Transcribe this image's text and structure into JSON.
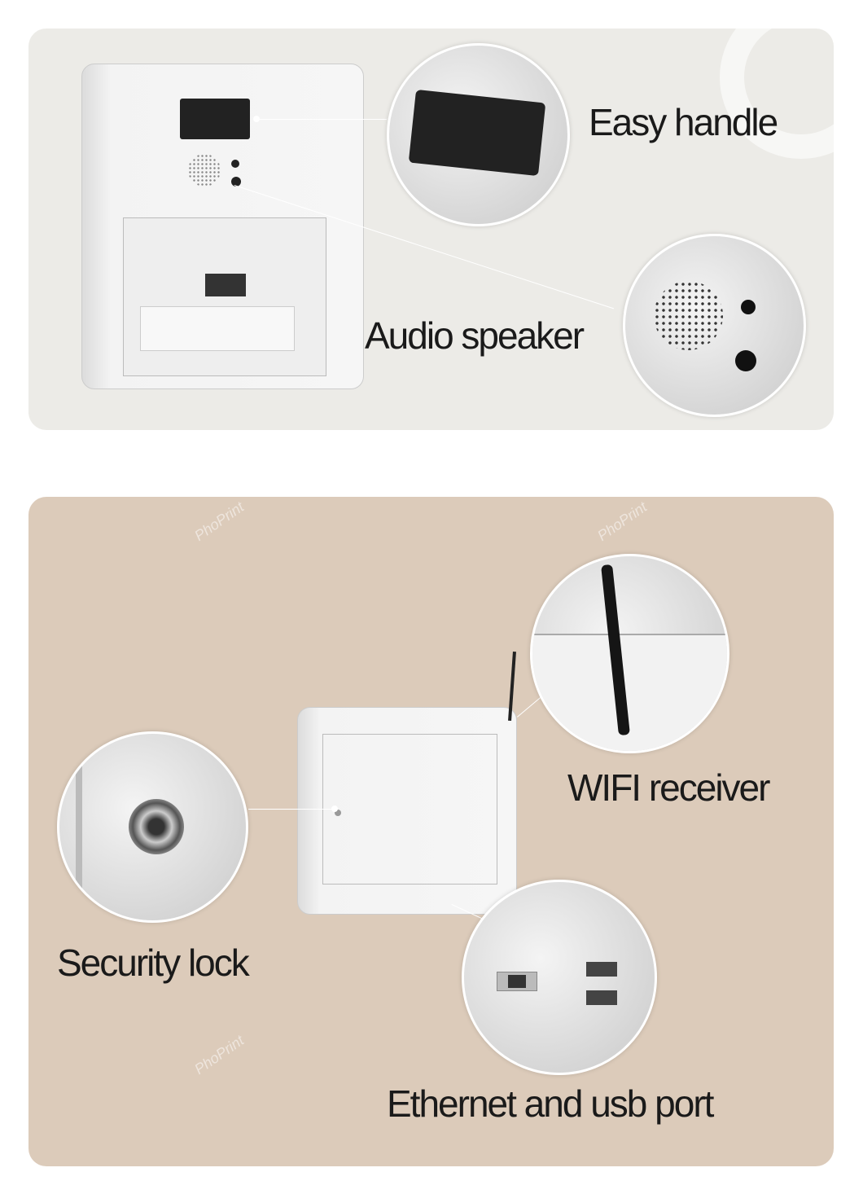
{
  "features_top": [
    {
      "label": "Easy handle",
      "icon": "handle-icon"
    },
    {
      "label": "Audio speaker",
      "icon": "speaker-icon"
    }
  ],
  "features_bottom": [
    {
      "label": "WIFI receiver",
      "icon": "antenna-icon"
    },
    {
      "label": "Security lock",
      "icon": "lock-icon"
    },
    {
      "label": "Ethernet and  usb port",
      "icon": "ports-icon"
    }
  ],
  "watermark": "PhoPrint",
  "colors": {
    "panel_top": "#ecebe7",
    "panel_bottom": "#dccbba"
  }
}
